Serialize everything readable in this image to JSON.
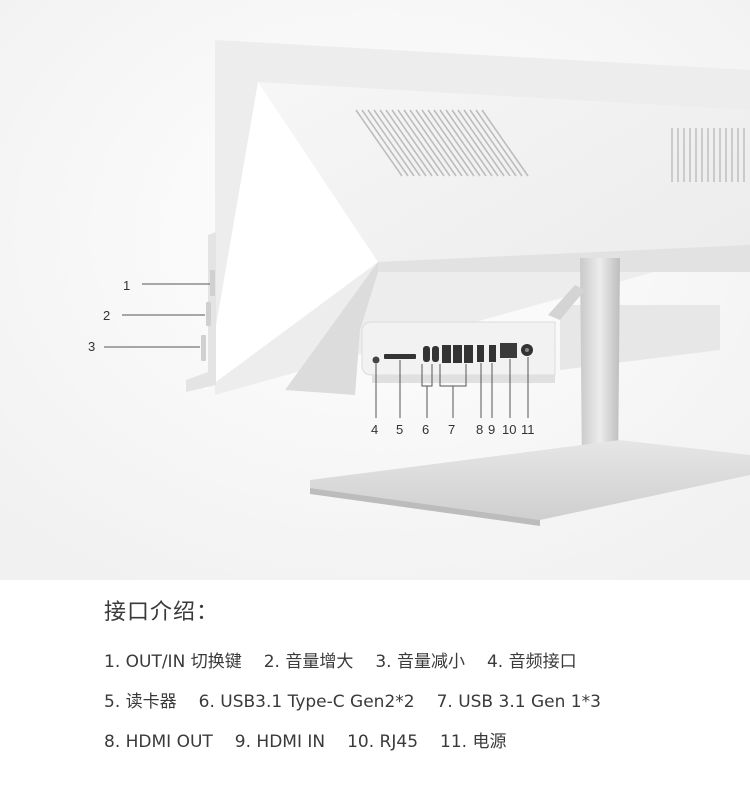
{
  "side_callouts": [
    "1",
    "2",
    "3"
  ],
  "rear_callouts": [
    "4",
    "5",
    "6",
    "7",
    "8",
    "9",
    "10",
    "11"
  ],
  "info": {
    "title": "接口介绍：",
    "rows": [
      [
        "1. OUT/IN 切换键",
        "2. 音量增大",
        "3. 音量减小",
        "4. 音频接口"
      ],
      [
        "5. 读卡器",
        "6. USB3.1 Type-C Gen2*2",
        "7. USB 3.1 Gen 1*3"
      ],
      [
        "8. HDMI OUT",
        "9. HDMI IN",
        "10. RJ45",
        "11. 电源"
      ]
    ]
  },
  "colors": {
    "text": "#3a3a3a",
    "body_white": "#f4f4f4",
    "stand_silver": "#d6d6d6"
  }
}
